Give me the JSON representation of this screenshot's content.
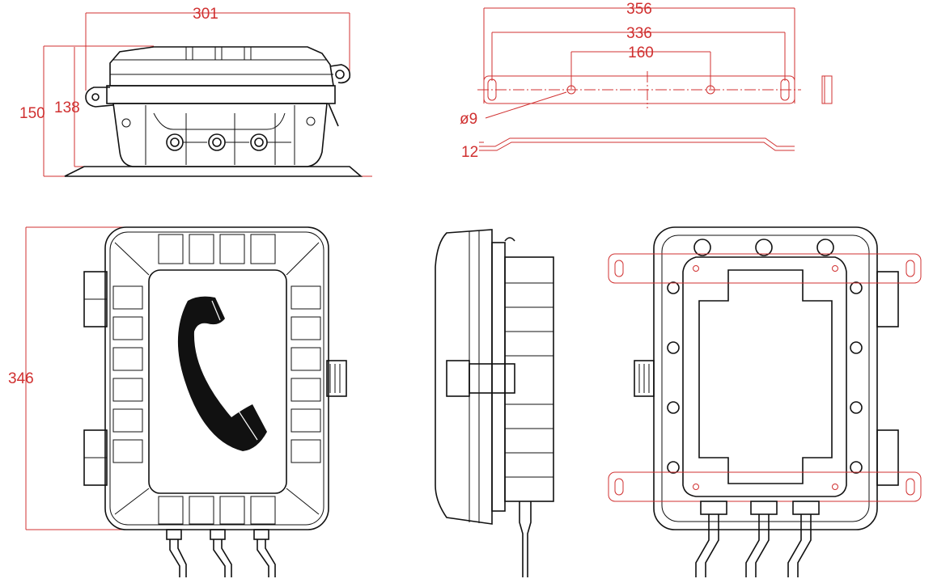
{
  "colors": {
    "outline": "#111111",
    "dimension": "#d03030",
    "background": "#ffffff"
  },
  "dimensions": {
    "top_width": "301",
    "overall_height": "150",
    "body_height": "138",
    "bracket_overall": "356",
    "bracket_hole_span": "336",
    "bracket_center_span": "160",
    "hole_diameter": "ø9",
    "bracket_thickness": "12",
    "front_height": "346"
  },
  "icons": {
    "front_panel": "telephone-handset-icon"
  }
}
